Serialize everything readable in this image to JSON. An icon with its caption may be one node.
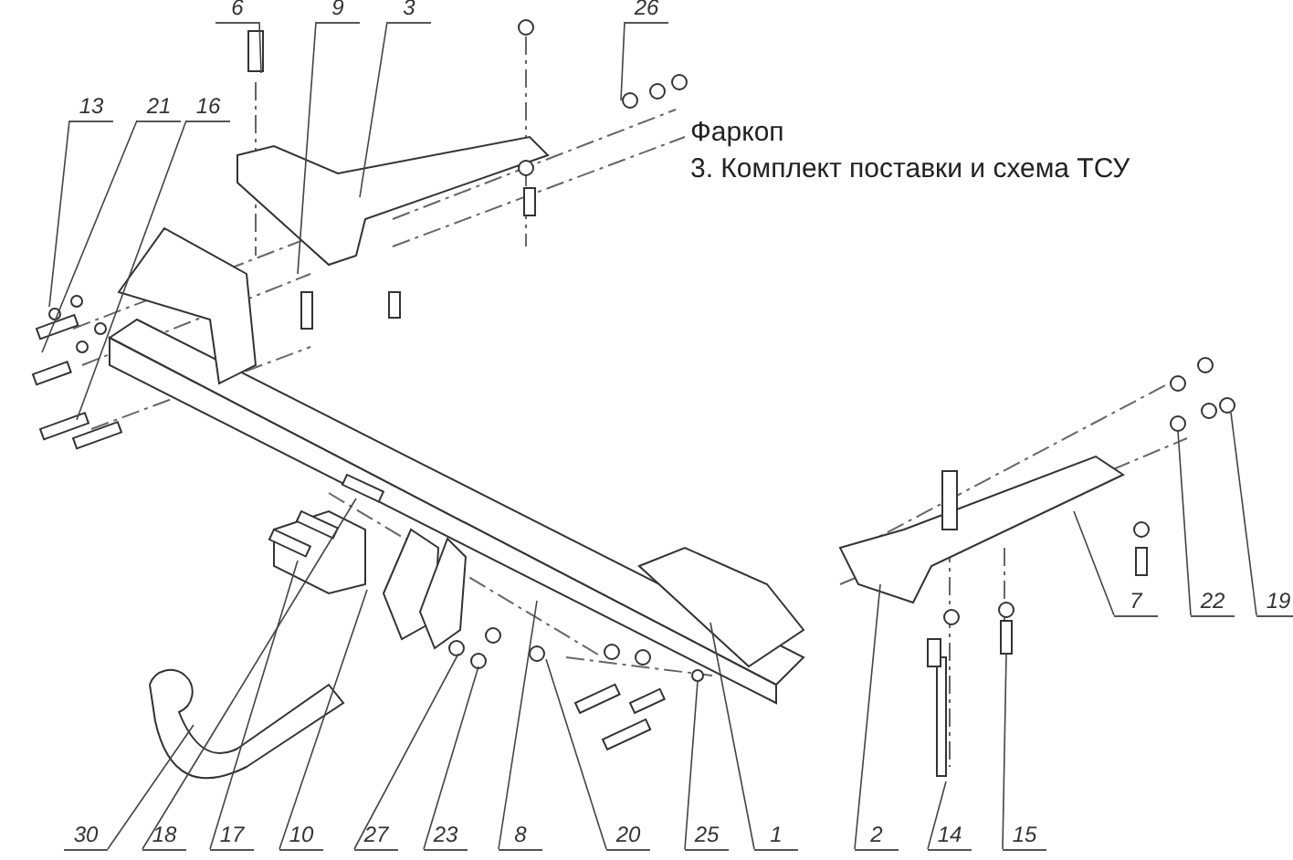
{
  "diagram": {
    "title": "Фаркоп",
    "nodes": [
      {
        "text": [
          "6"
        ]
      },
      {
        "text": [
          "9"
        ]
      },
      {
        "text": [
          "3"
        ]
      },
      {
        "text": [
          "26"
        ]
      },
      {
        "text": [
          "13"
        ]
      },
      {
        "text": [
          "21"
        ]
      },
      {
        "text": [
          "16"
        ]
      },
      {
        "text": [
          "7"
        ]
      },
      {
        "text": [
          "22"
        ]
      },
      {
        "text": [
          "19"
        ]
      },
      {
        "text": [
          "30"
        ]
      },
      {
        "text": [
          "18"
        ]
      },
      {
        "text": [
          "17"
        ]
      },
      {
        "text": [
          "10"
        ]
      },
      {
        "text": [
          "27"
        ]
      },
      {
        "text": [
          "23"
        ]
      },
      {
        "text": [
          "8"
        ]
      },
      {
        "text": [
          "20"
        ]
      },
      {
        "text": [
          "25"
        ]
      },
      {
        "text": [
          "1"
        ]
      },
      {
        "text": [
          "2"
        ]
      },
      {
        "text": [
          "14"
        ]
      },
      {
        "text": [
          "15"
        ]
      }
    ],
    "edges": [
      {
        "from": 0,
        "to": null,
        "arrow": "none"
      },
      {
        "from": 1,
        "to": null,
        "arrow": "none"
      },
      {
        "from": 2,
        "to": null,
        "arrow": "none"
      },
      {
        "from": 3,
        "to": null,
        "arrow": "none"
      },
      {
        "from": 4,
        "to": null,
        "arrow": "none"
      },
      {
        "from": 5,
        "to": null,
        "arrow": "none"
      },
      {
        "from": 6,
        "to": null,
        "arrow": "none"
      },
      {
        "from": 7,
        "to": null,
        "arrow": "none"
      },
      {
        "from": 8,
        "to": null,
        "arrow": "none"
      },
      {
        "from": 9,
        "to": null,
        "arrow": "none"
      },
      {
        "from": 10,
        "to": null,
        "arrow": "none"
      },
      {
        "from": 11,
        "to": null,
        "arrow": "none"
      },
      {
        "from": 12,
        "to": null,
        "arrow": "none"
      },
      {
        "from": 13,
        "to": null,
        "arrow": "none"
      },
      {
        "from": 14,
        "to": null,
        "arrow": "none"
      },
      {
        "from": 15,
        "to": null,
        "arrow": "none"
      },
      {
        "from": 16,
        "to": null,
        "arrow": "none"
      },
      {
        "from": 17,
        "to": null,
        "arrow": "none"
      },
      {
        "from": 18,
        "to": null,
        "arrow": "none"
      },
      {
        "from": 19,
        "to": null,
        "arrow": "none"
      },
      {
        "from": 20,
        "to": null,
        "arrow": "none"
      },
      {
        "from": 21,
        "to": null,
        "arrow": "none"
      },
      {
        "from": 22,
        "to": null,
        "arrow": "none"
      }
    ],
    "labels": [
      "3. Комплект поставки и схема ТСУ"
    ]
  }
}
